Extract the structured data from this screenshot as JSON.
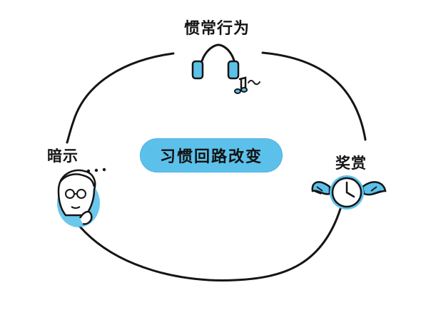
{
  "diagram": {
    "center": "习惯回路改变",
    "nodes": {
      "top": "惯常行为",
      "left": "暗示",
      "right": "奖赏"
    },
    "accent_color": "#5cc1ea",
    "icons": {
      "top": "headphones-icon",
      "top_extra": "music-note-icon",
      "left": "thinking-person-icon",
      "right": "winged-clock-icon"
    }
  }
}
